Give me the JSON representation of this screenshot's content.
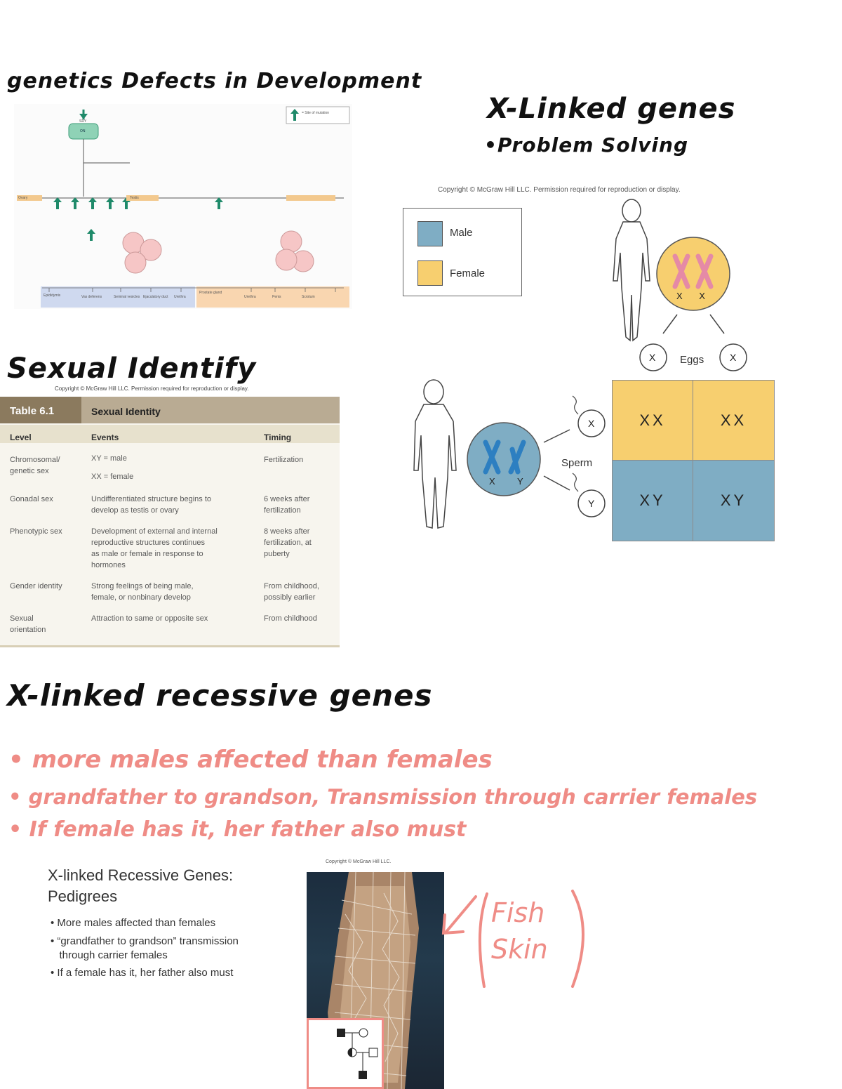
{
  "headings": {
    "genetics": "genetics Defects in Development",
    "xlinked": "X-Linked genes",
    "problem": "•Problem Solving",
    "sexual": "Sexual Identify",
    "recessive": "X-linked recessive genes"
  },
  "notes": {
    "n1": "• more males affected than females",
    "n2": "• grandfather to grandson, Transmission through carrier females",
    "n3": "• If female has it, her father also must",
    "fish1": "Fish",
    "fish2": "Skin"
  },
  "table": {
    "copyright": "Copyright © McGraw Hill LLC. Permission required for reproduction or display.",
    "label": "Table 6.1",
    "title": "Sexual Identity",
    "columns": [
      "Level",
      "Events",
      "Timing"
    ],
    "rows": [
      {
        "level": "Chromosomal/\ngenetic sex",
        "events": "XY = male\n\nXX = female",
        "timing": "Fertilization"
      },
      {
        "level": "Gonadal sex",
        "events": "Undifferentiated structure begins to\ndevelop as testis or ovary",
        "timing": "6 weeks after\nfertilization"
      },
      {
        "level": "Phenotypic sex",
        "events": "Development of external and internal\nreproductive structures continues\nas male or female in response to\nhormones",
        "timing": "8 weeks after\nfertilization, at\npuberty"
      },
      {
        "level": "Gender identity",
        "events": "Strong feelings of being male,\nfemale, or nonbinary develop",
        "timing": "From childhood,\npossibly earlier"
      },
      {
        "level": "Sexual\norientation",
        "events": "Attraction to same or opposite sex",
        "timing": "From childhood"
      }
    ]
  },
  "xlinked_figure": {
    "copyright": "Copyright © McGraw Hill LLC. Permission required for reproduction or display.",
    "legend_male": "Male",
    "legend_female": "Female",
    "female_chrom": "X X",
    "male_chrom": "X Y",
    "eggs_label": "Eggs",
    "sperm_label": "Sperm",
    "egg1": "X",
    "egg2": "X",
    "sperm1": "X",
    "sperm2": "Y",
    "grid": [
      "XX",
      "XX",
      "XY",
      "XY"
    ],
    "colors": {
      "male": "#7fadc4",
      "female": "#f7cf6f"
    }
  },
  "slide": {
    "title1": "X-linked Recessive Genes:",
    "title2": "Pedigrees",
    "bullets": [
      "• More males affected than females",
      "• “grandfather to grandson” transmission",
      "   through carrier females",
      "• If a female has it, her father also must"
    ]
  },
  "photo": {
    "copyright": "Copyright © McGraw Hill LLC."
  },
  "diagram": {
    "sry": "SRY",
    "on": "ON",
    "top_right": "= Site of mutation",
    "left_label": "Ovary",
    "testis": "Testis",
    "blue_labels": [
      "Epididymis",
      "Vas deferens",
      "Seminal vesicles",
      "Ejaculatory duct",
      "Urethra"
    ],
    "orange_labels": [
      "Prostate gland",
      "Urethra",
      "Penis",
      "Scrotum"
    ]
  }
}
